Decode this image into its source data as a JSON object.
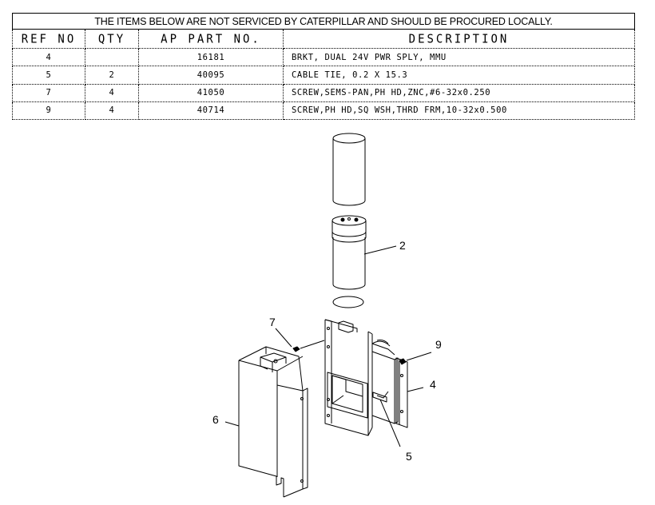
{
  "table": {
    "notice": "THE ITEMS BELOW ARE NOT SERVICED BY CATERPILLAR AND SHOULD BE PROCURED LOCALLY.",
    "headers": {
      "ref_no": "REF NO",
      "qty": "QTY",
      "ap_part_no": "AP PART NO.",
      "description": "DESCRIPTION"
    },
    "rows": [
      {
        "ref_no": "4",
        "qty": "",
        "part_no": "16181",
        "description": "BRKT, DUAL 24V PWR SPLY, MMU"
      },
      {
        "ref_no": "5",
        "qty": "2",
        "part_no": "40095",
        "description": "CABLE TIE, 0.2 X 15.3"
      },
      {
        "ref_no": "7",
        "qty": "4",
        "part_no": "41050",
        "description": "SCREW,SEMS-PAN,PH HD,ZNC,#6-32x0.250"
      },
      {
        "ref_no": "9",
        "qty": "4",
        "part_no": "40714",
        "description": "SCREW,PH HD,SQ WSH,THRD FRM,10-32x0.500"
      }
    ]
  },
  "callouts": {
    "c2": "2",
    "c4": "4",
    "c5": "5",
    "c6": "6",
    "c7": "7",
    "c9": "9"
  }
}
